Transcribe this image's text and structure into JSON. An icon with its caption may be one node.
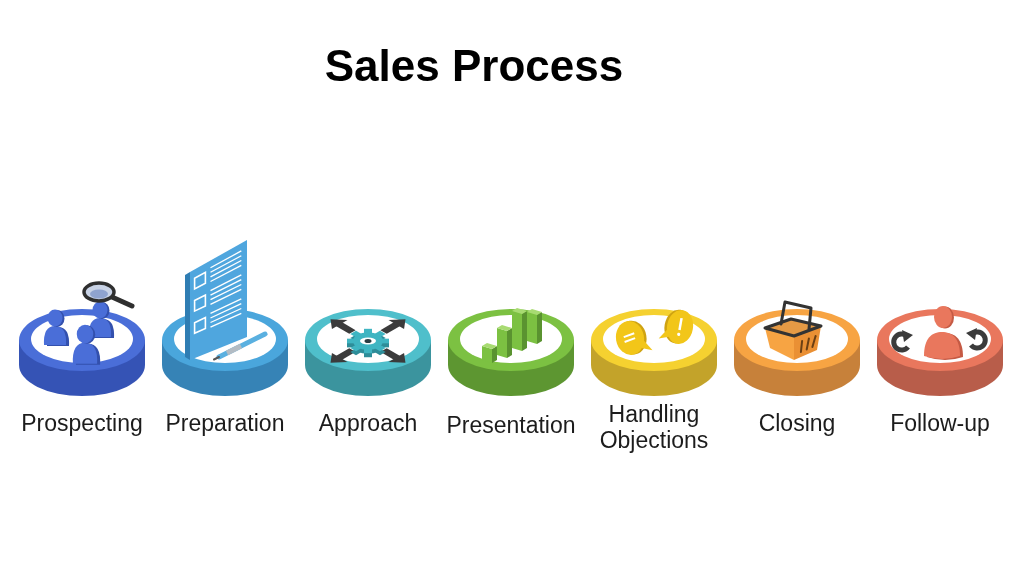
{
  "diagram": {
    "title": "Sales Process",
    "nodes": [
      {
        "text": [
          "Prospecting"
        ]
      },
      {
        "text": [
          "Preparation"
        ]
      },
      {
        "text": [
          "Approach"
        ]
      },
      {
        "text": [
          "Presentation"
        ]
      },
      {
        "text": [
          "Handling Objections"
        ]
      },
      {
        "text": [
          "Closing"
        ]
      },
      {
        "text": [
          "Follow-up"
        ]
      }
    ]
  }
}
